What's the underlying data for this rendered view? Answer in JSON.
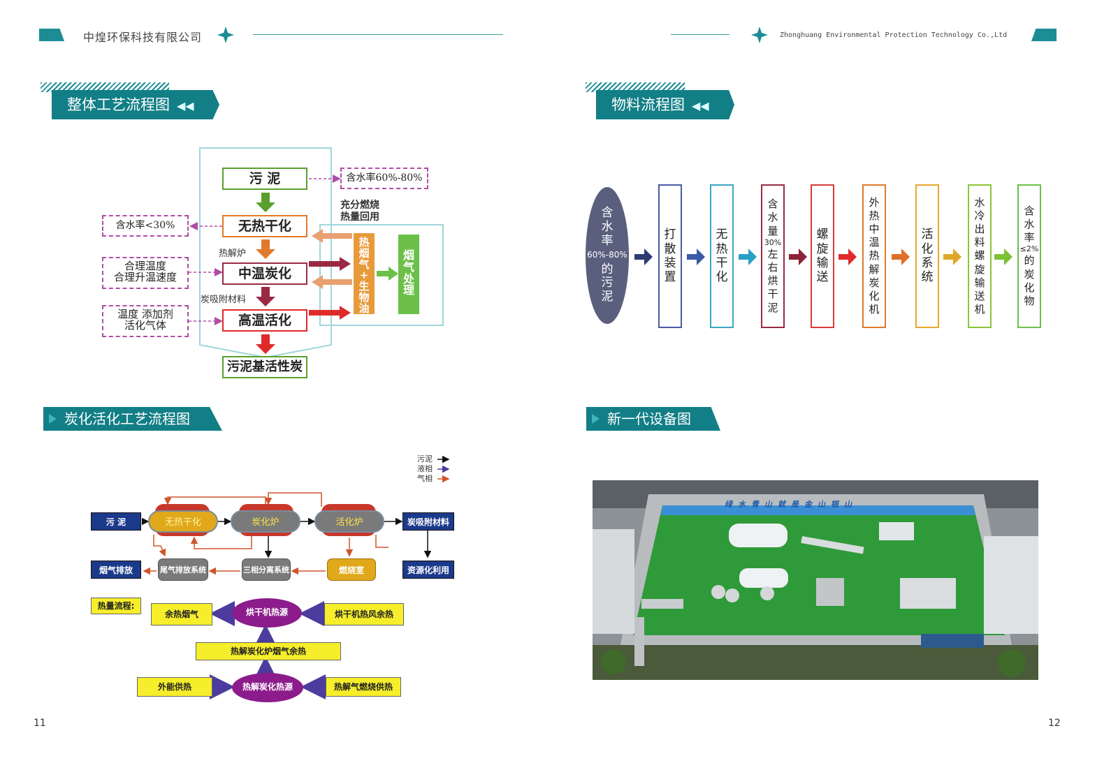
{
  "header": {
    "company_cn": "中煌环保科技有限公司",
    "company_en": "Zhonghuang Environmental Protection Technology Co.,Ltd"
  },
  "sections": {
    "overall": "整体工艺流程图",
    "material": "物料流程图",
    "carbon": "炭化活化工艺流程图",
    "equipment": "新一代设备图"
  },
  "pages": {
    "left": "11",
    "right": "12"
  },
  "flow1": {
    "sludge": "污 泥",
    "dry": "无热干化",
    "carbonize": "中温炭化",
    "activate": "高温活化",
    "product": "污泥基活性炭",
    "water_in": "含水率60%-80%",
    "water_out": "含水率<30%",
    "temp_line1": "合理温度",
    "temp_line2": "合理升温速度",
    "add_line1": "温度  添加剂",
    "add_line2": "活化气体",
    "pyrolysis": "热解炉",
    "adsorb": "炭吸附材料",
    "heat_recover_1": "充分燃烧",
    "heat_recover_2": "热量回用",
    "hot_gas": [
      "热",
      "烟",
      "气",
      "+",
      "生",
      "物",
      "油"
    ],
    "flue": [
      "烟",
      "气",
      "处",
      "理"
    ]
  },
  "flow2": {
    "start": [
      "含",
      "水",
      "率",
      "60%-80%",
      "的",
      "污",
      "泥"
    ],
    "steps": [
      {
        "chars": [
          "打",
          "散",
          "装",
          "置"
        ],
        "color": "#4a5aa8"
      },
      {
        "chars": [
          "无",
          "热",
          "干",
          "化"
        ],
        "color": "#3aa6c4"
      },
      {
        "chars": [
          "含",
          "水",
          "量",
          "30%",
          "左",
          "右",
          "烘",
          "干",
          "泥"
        ],
        "color": "#9a2a44"
      },
      {
        "chars": [
          "螺",
          "旋",
          "输",
          "送"
        ],
        "color": "#d83a3a"
      },
      {
        "chars": [
          "外",
          "热",
          "中",
          "温",
          "热",
          "解",
          "炭",
          "化",
          "机"
        ],
        "color": "#e07a2a"
      },
      {
        "chars": [
          "活",
          "化",
          "系",
          "统"
        ],
        "color": "#e8a82a"
      },
      {
        "chars": [
          "水",
          "冷",
          "出",
          "料",
          "螺",
          "旋",
          "输",
          "送",
          "机"
        ],
        "color": "#8cc43a"
      },
      {
        "chars": [
          "含",
          "水",
          "率",
          "≤2%",
          "的",
          "炭",
          "化",
          "物"
        ],
        "color": "#6cc04a"
      }
    ],
    "arrow_colors": [
      "#2e3a72",
      "#3a5aa8",
      "#2aa0c8",
      "#8c2238",
      "#e02a2a",
      "#e07028",
      "#e0a828",
      "#7cc034"
    ]
  },
  "flow3": {
    "legend": [
      "污泥",
      "液相",
      "气相"
    ],
    "legend_colors": [
      "#111111",
      "#4b3c9e",
      "#d0552a"
    ],
    "sludge": "污 泥",
    "dry": "无热干化",
    "carbon": "炭化炉",
    "activate": "活化炉",
    "adsorb": "炭吸附材料",
    "flue_out": "烟气排放",
    "tail": "尾气排放系统",
    "three_phase": "三相分离系统",
    "burn": "燃烧室",
    "resource": "资源化利用",
    "heat_title": "热量流程:",
    "waste_gas": "余热烟气",
    "dryer_heat": "烘干机热源",
    "dryer_wind": "烘干机热风余热",
    "pyro_flue": "热解炭化炉烟气余热",
    "external": "外能供热",
    "pyro_heat": "热解炭化热源",
    "pyro_gas": "热解气燃烧供热"
  },
  "plant": {
    "banner": "绿水青山就是金山银山"
  }
}
